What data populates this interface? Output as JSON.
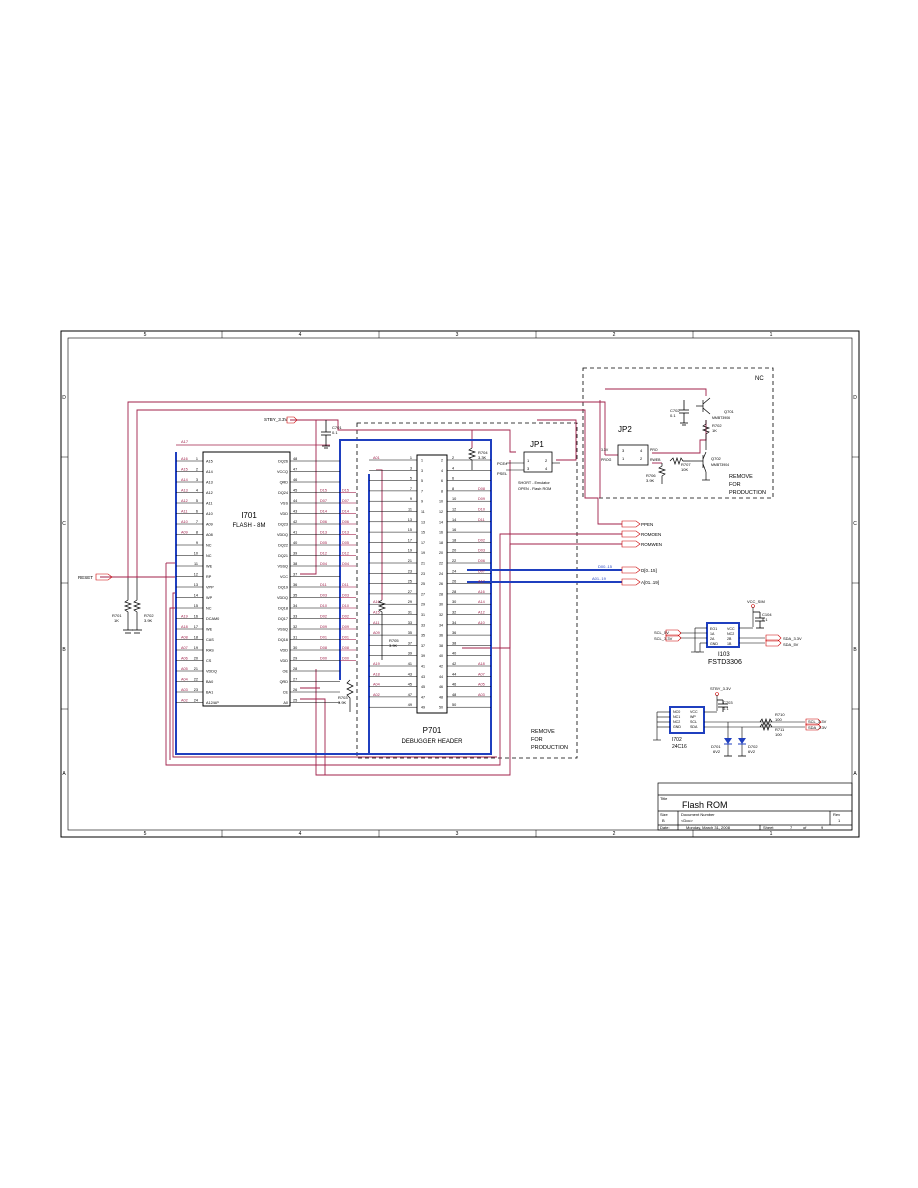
{
  "title_block": {
    "title_label": "Title",
    "title": "Flash ROM",
    "size_label": "Size",
    "size": "B",
    "docnum_label": "Document Number",
    "docnum": "<Doc>",
    "rev_label": "Rev",
    "rev": "1",
    "date_label": "Date:",
    "date": "Monday, March 31, 2008",
    "sheet_label": "Sheet",
    "sheet": "7",
    "of_label": "of",
    "sheet_total": "9"
  },
  "border": {
    "cols": [
      "5",
      "4",
      "3",
      "2",
      "1",
      "5",
      "4",
      "3",
      "2",
      "1"
    ],
    "rows": [
      "D",
      "C",
      "B",
      "A"
    ]
  },
  "u_flash": {
    "ref": "I701",
    "name": "FLASH - 8M",
    "left_pins": [
      {
        "num": "1",
        "name": "A15",
        "net": "A16"
      },
      {
        "num": "2",
        "name": "A14",
        "net": "A15"
      },
      {
        "num": "3",
        "name": "A13",
        "net": "A14"
      },
      {
        "num": "4",
        "name": "A12",
        "net": "A13"
      },
      {
        "num": "5",
        "name": "A11",
        "net": "A12"
      },
      {
        "num": "6",
        "name": "A10",
        "net": "A11"
      },
      {
        "num": "7",
        "name": "A09",
        "net": "A10"
      },
      {
        "num": "8",
        "name": "A08",
        "net": "A09"
      },
      {
        "num": "9",
        "name": "NC",
        "net": ""
      },
      {
        "num": "10",
        "name": "NC",
        "net": ""
      },
      {
        "num": "11",
        "name": "WE",
        "net": ""
      },
      {
        "num": "12",
        "name": "RP",
        "net": ""
      },
      {
        "num": "13",
        "name": "VPP",
        "net": ""
      },
      {
        "num": "14",
        "name": "WP",
        "net": ""
      },
      {
        "num": "15",
        "name": "NC",
        "net": ""
      },
      {
        "num": "16",
        "name": "DCAM0",
        "net": "A19"
      },
      {
        "num": "17",
        "name": "WE",
        "net": "A18"
      },
      {
        "num": "18",
        "name": "CAS",
        "net": "A08"
      },
      {
        "num": "19",
        "name": "RAS",
        "net": "A07"
      },
      {
        "num": "20",
        "name": "CS",
        "net": "A06"
      },
      {
        "num": "21",
        "name": "VDDQ",
        "net": "A05"
      },
      {
        "num": "22",
        "name": "BA0",
        "net": "A04"
      },
      {
        "num": "23",
        "name": "BA1",
        "net": "A03"
      },
      {
        "num": "24",
        "name": "A12/AP",
        "net": "A02"
      }
    ],
    "right_pins": [
      {
        "num": "48",
        "name": "DQ26",
        "net": ""
      },
      {
        "num": "47",
        "name": "VCCQ",
        "net": ""
      },
      {
        "num": "46",
        "name": "QRD",
        "net": ""
      },
      {
        "num": "45",
        "name": "DQ24",
        "net": "D15"
      },
      {
        "num": "44",
        "name": "VSS",
        "net": "D07"
      },
      {
        "num": "43",
        "name": "VDD",
        "net": "D14"
      },
      {
        "num": "42",
        "name": "DQ23",
        "net": "D06"
      },
      {
        "num": "41",
        "name": "VDDQ",
        "net": "D13"
      },
      {
        "num": "40",
        "name": "DQ22",
        "net": "D05"
      },
      {
        "num": "39",
        "name": "DQ21",
        "net": "D12"
      },
      {
        "num": "38",
        "name": "VSSQ",
        "net": "D04"
      },
      {
        "num": "37",
        "name": "VCC",
        "net": ""
      },
      {
        "num": "36",
        "name": "DQ19",
        "net": "D11"
      },
      {
        "num": "35",
        "name": "VDDQ",
        "net": "D03"
      },
      {
        "num": "34",
        "name": "DQ18",
        "net": "D10"
      },
      {
        "num": "33",
        "name": "DQ17",
        "net": "D02"
      },
      {
        "num": "32",
        "name": "VSSQ",
        "net": "D09"
      },
      {
        "num": "31",
        "name": "DQ16",
        "net": "D01"
      },
      {
        "num": "30",
        "name": "VDD",
        "net": "D08"
      },
      {
        "num": "29",
        "name": "VDD",
        "net": "D00"
      },
      {
        "num": "28",
        "name": "OE",
        "net": ""
      },
      {
        "num": "27",
        "name": "QRD",
        "net": ""
      },
      {
        "num": "26",
        "name": "CE",
        "net": ""
      },
      {
        "num": "25",
        "name": "A0",
        "net": ""
      }
    ],
    "top_net": "A17"
  },
  "header": {
    "ref": "P701",
    "name": "DEBUGGER HEADER",
    "left_nets": [
      "A01",
      "",
      "",
      "",
      "",
      "",
      "",
      "",
      "",
      "",
      "",
      "",
      "",
      "",
      "A16",
      "A15",
      "A11",
      "A09",
      "",
      "",
      "A19",
      "A18",
      "A04",
      "A02",
      ""
    ],
    "right_nets": [
      "",
      "",
      "",
      "D08",
      "D09",
      "D10",
      "D11",
      "",
      "D02",
      "D03",
      "D06",
      "D07",
      "A17",
      "A16",
      "A14",
      "A12",
      "A10",
      "",
      "",
      "",
      "A18",
      "A07",
      "A05",
      "A03",
      ""
    ],
    "remove_note": [
      "REMOVE",
      "FOR",
      "PRODUCTION"
    ]
  },
  "jp1": {
    "ref": "JP1",
    "pins": [
      "1",
      "2",
      "3",
      "4"
    ],
    "note_short": "SHORT - Emulator",
    "note_open": "OPEN - Flash ROM",
    "pin_net_a": "PCEx",
    "pin_net_b": "PSEL"
  },
  "nc_block": {
    "label": "NC",
    "jp2_ref": "JP2",
    "jp2_pins": [
      "1",
      "2",
      "3",
      "4"
    ],
    "jp2_nets": [
      "3.3V",
      "PROG",
      "PRO",
      "RWEB"
    ],
    "c702": {
      "ref": "C702",
      "val": "0.1"
    },
    "q701": {
      "ref": "Q701",
      "part": "MMBT3906"
    },
    "q702": {
      "ref": "Q702",
      "part": "MMBT3904"
    },
    "r702": {
      "ref": "R702",
      "val": "1K"
    },
    "r706": {
      "ref": "R706",
      "val": "3.9K"
    },
    "r707": {
      "ref": "R707",
      "val": "10K"
    },
    "remove_note": [
      "REMOVE",
      "FOR",
      "PRODUCTION"
    ]
  },
  "nets": {
    "stby": "STBY_3.3V",
    "reset": "RESET",
    "ppen": "PPEN",
    "romoen": "ROMOEN",
    "romwen": "ROMWEN",
    "dbus_label": "D[0..15]",
    "dbus_wire": "D00..15",
    "abus_label": "A[01..19]",
    "abus_wire": "A01..19"
  },
  "passives": {
    "c701": {
      "ref": "C701",
      "val": "0.1"
    },
    "r704": {
      "ref": "R704",
      "val": "3.3K"
    },
    "r701": {
      "ref": "R701",
      "val": "1K"
    },
    "r702b": {
      "ref": "R702",
      "val": "3.9K"
    },
    "r705": {
      "ref": "R705",
      "val": "3.9K"
    },
    "r703": {
      "ref": "R703",
      "val": "3.9K"
    }
  },
  "fstd": {
    "ref": "I103",
    "name": "FSTD3306",
    "vcc_net": "VCC_SIM",
    "cap": {
      "ref": "C104",
      "val": "0.1"
    },
    "pins_left": [
      "EO1",
      "1A",
      "2A",
      "GND"
    ],
    "pins_right": [
      "VCC",
      "NC2",
      "2B",
      "1B"
    ],
    "in_nets": [
      "SCL_5V",
      "SCL_3.3V"
    ],
    "out_nets": [
      "SDA_3.3V",
      "SDA_5V"
    ]
  },
  "eeprom": {
    "ref": "I702",
    "name": "24C16",
    "vcc_net": "STBY_3.3V",
    "cap": {
      "ref": "C703",
      "val": "0.1"
    },
    "pins_left": [
      "NC0",
      "NC1",
      "NC2",
      "GND"
    ],
    "pins_right": [
      "VCC",
      "WP",
      "SCL",
      "SDA"
    ],
    "r710": {
      "ref": "R710",
      "val": "100"
    },
    "r711": {
      "ref": "R711",
      "val": "100"
    },
    "d701": {
      "ref": "D701",
      "val": "6V2"
    },
    "d702": {
      "ref": "D702",
      "val": "6V2"
    },
    "out_nets": [
      "SCL_3.3V",
      "SDA_3.3V"
    ]
  }
}
